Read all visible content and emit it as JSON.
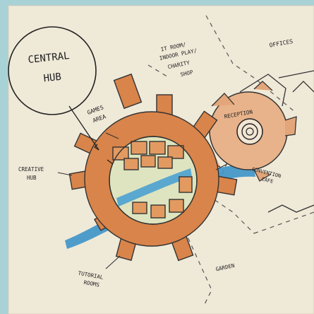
{
  "labels": {
    "central_hub_line1": "CENTRAL",
    "central_hub_line2": "HUB",
    "games_line1": "GAMES",
    "games_line2": "AREA",
    "it_line1": "IT ROOM/",
    "it_line2": "INDOOR PLAY/",
    "it_line3": "CHARITY",
    "it_line4": "SHOP",
    "offices": "OFFICES",
    "reception": "RECEPTION",
    "creative_line1": "CREATIVE",
    "creative_line2": "HUB",
    "convention_line1": "CONVENTION",
    "convention_line2": "CAFE",
    "garden": "GARDEN",
    "tutorial_line1": "TUTORIAL",
    "tutorial_line2": "ROOMS"
  },
  "colors": {
    "background": "#a9d2d6",
    "paper": "#efe9d8",
    "hub_orange": "#d9844a",
    "reception_orange": "#e3a67a",
    "water_blue": "#3c93c9",
    "inner_green": "#dde4bf",
    "ink": "#222222"
  }
}
